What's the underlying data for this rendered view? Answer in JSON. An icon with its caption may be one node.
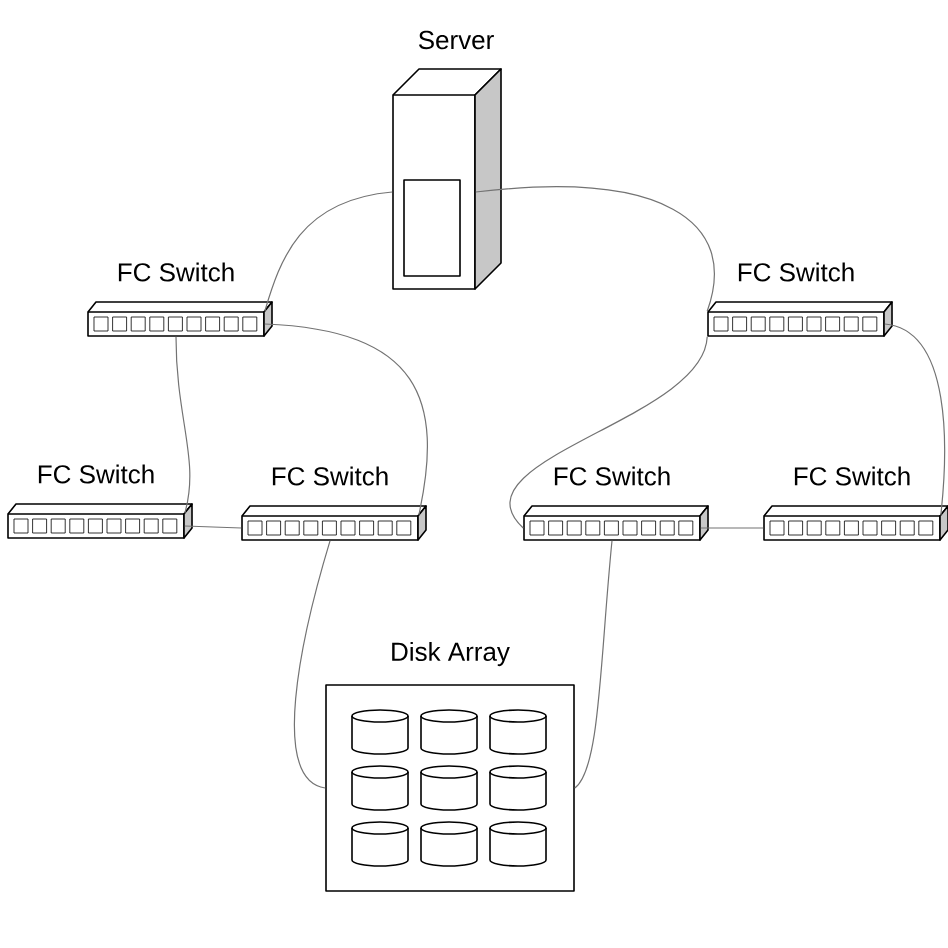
{
  "diagram": {
    "nodes": [
      {
        "text": [
          "Server"
        ]
      },
      {
        "text": [
          "FC Switch"
        ]
      },
      {
        "text": [
          "FC Switch"
        ]
      },
      {
        "text": [
          "FC Switch"
        ]
      },
      {
        "text": [
          "FC Switch"
        ]
      },
      {
        "text": [
          "FC Switch"
        ]
      },
      {
        "text": [
          "FC Switch"
        ]
      },
      {
        "text": [
          "Disk Array"
        ]
      }
    ],
    "edges": [
      {
        "from": 0,
        "to": 1,
        "arrow": "none"
      },
      {
        "from": 0,
        "to": 2,
        "arrow": "none"
      },
      {
        "from": 1,
        "to": 3,
        "arrow": "none"
      },
      {
        "from": 1,
        "to": 4,
        "arrow": "none"
      },
      {
        "from": 2,
        "to": 5,
        "arrow": "none"
      },
      {
        "from": 2,
        "to": 6,
        "arrow": "none"
      },
      {
        "from": 3,
        "to": 4,
        "arrow": "none"
      },
      {
        "from": 5,
        "to": 6,
        "arrow": "none"
      },
      {
        "from": 4,
        "to": 7,
        "arrow": "none"
      },
      {
        "from": 5,
        "to": 7,
        "arrow": "none"
      }
    ]
  }
}
